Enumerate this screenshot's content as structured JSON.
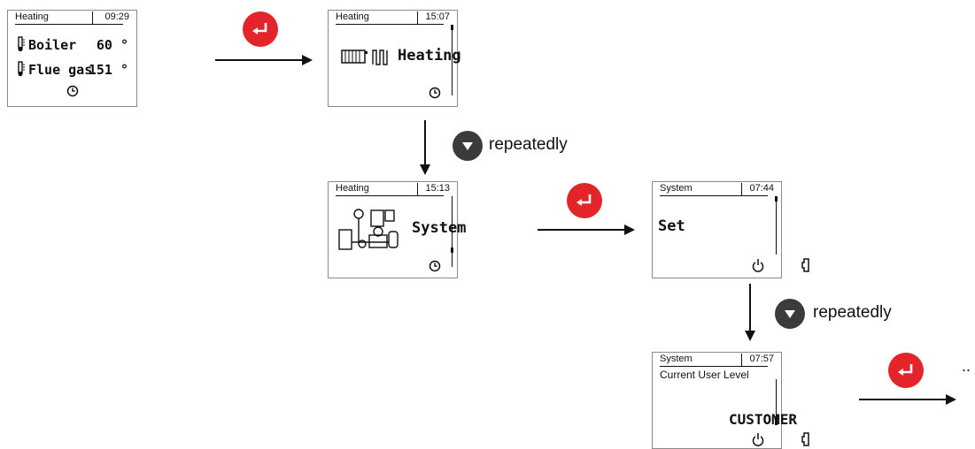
{
  "screens": {
    "s1": {
      "title": "Heating",
      "time": "09:29",
      "row1_label": "Boiler",
      "row1_value": "60 °",
      "row2_label": "Flue gas",
      "row2_value": "151 °",
      "footer_icon": "clock-icon"
    },
    "s2": {
      "title": "Heating",
      "time": "15:07",
      "item": "Heating",
      "item_icon": "radiator-icon",
      "footer_icon": "clock-icon"
    },
    "s3": {
      "title": "Heating",
      "time": "15:13",
      "item": "System",
      "item_icon": "system-diagram-icon",
      "footer_icon": "clock-icon"
    },
    "s4": {
      "title": "System",
      "time": "07:44",
      "item": "Set",
      "footer_icons": [
        "power-icon",
        "device-icon"
      ]
    },
    "s5": {
      "title": "System",
      "time": "07:57",
      "subtitle": "Current User Level",
      "value": "CUSTOMER",
      "footer_icons": [
        "power-icon",
        "device-icon"
      ]
    }
  },
  "labels": {
    "repeatedly_1": "repeatedly",
    "repeatedly_2": "repeatedly",
    "ellipsis": ".."
  },
  "colors": {
    "enter_button": "#e3242b",
    "down_button": "#3b3b3b"
  }
}
